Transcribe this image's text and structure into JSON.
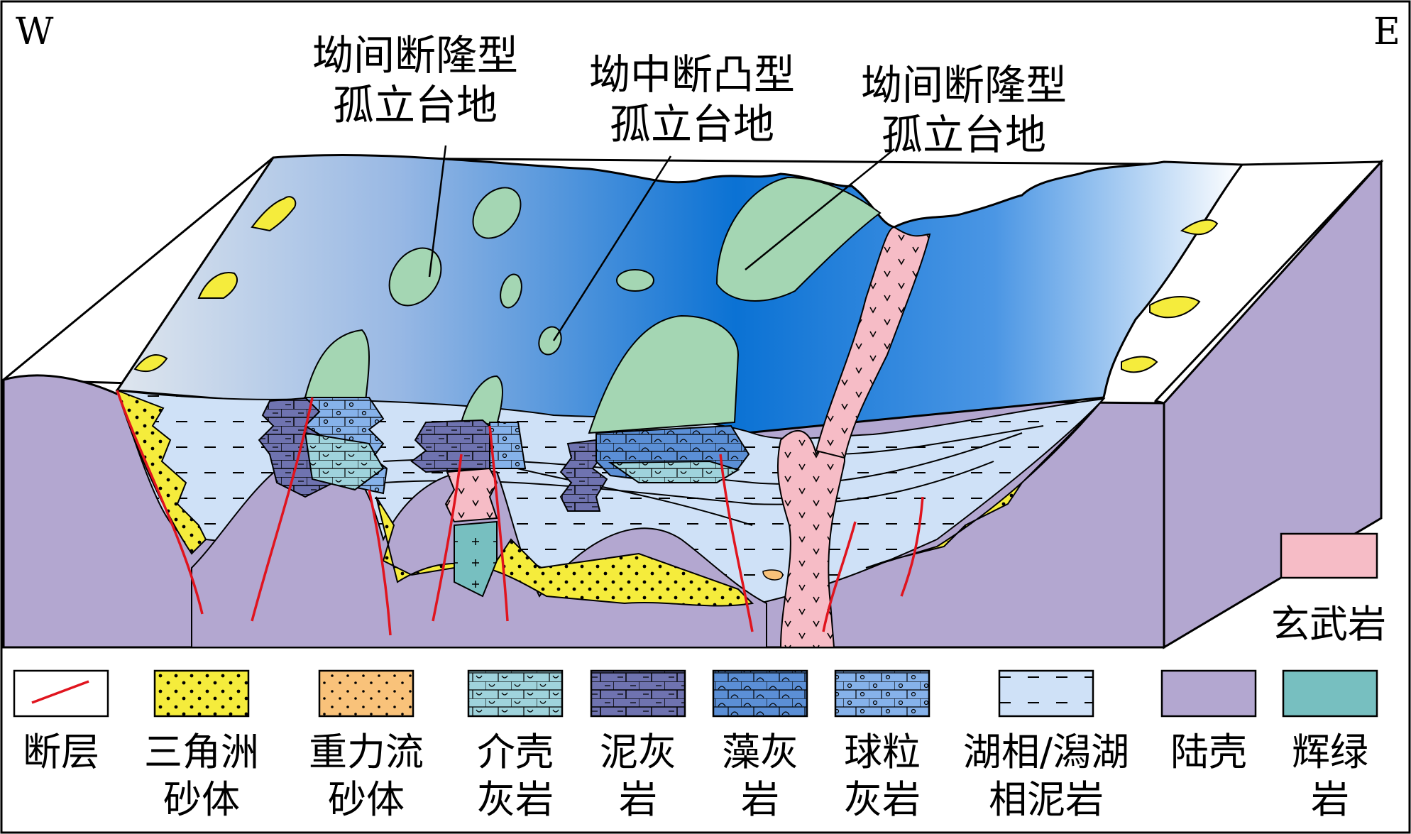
{
  "orientation": {
    "west": "W",
    "east": "E"
  },
  "callouts": [
    {
      "line1": "坳间断隆型",
      "line2": "孤立台地"
    },
    {
      "line1": "坳中断凸型",
      "line2": "孤立台地"
    },
    {
      "line1": "坳间断隆型",
      "line2": "孤立台地"
    }
  ],
  "basalt_label": "玄武岩",
  "legend": [
    {
      "line1": "断层",
      "line2": ""
    },
    {
      "line1": "三角洲",
      "line2": "砂体"
    },
    {
      "line1": "重力流",
      "line2": "砂体"
    },
    {
      "line1": "介壳",
      "line2": "灰岩"
    },
    {
      "line1": "泥灰",
      "line2": "岩"
    },
    {
      "line1": "藻灰",
      "line2": "岩"
    },
    {
      "line1": "球粒",
      "line2": "灰岩"
    },
    {
      "line1": "湖相/潟湖",
      "line2": "相泥岩"
    },
    {
      "line1": "陆壳",
      "line2": ""
    },
    {
      "line1": "辉绿",
      "line2": "岩"
    }
  ],
  "colors": {
    "fault": "#e0141e",
    "delta_sand": "#f5ec3c",
    "turbidite_sand": "#f9c27a",
    "shell_limestone": "#9fd3dc",
    "marl": "#6f73b0",
    "algal_limestone": "#5b8fd6",
    "pellet_limestone": "#86b2ea",
    "lacustrine_mudstone": "#cfe1f7",
    "continental_crust": "#b3a7d0",
    "diabase": "#77bfc0",
    "basalt": "#f6bcc6",
    "lake_deep": "#0b72d4",
    "platform_green": "#a4d6b3"
  }
}
